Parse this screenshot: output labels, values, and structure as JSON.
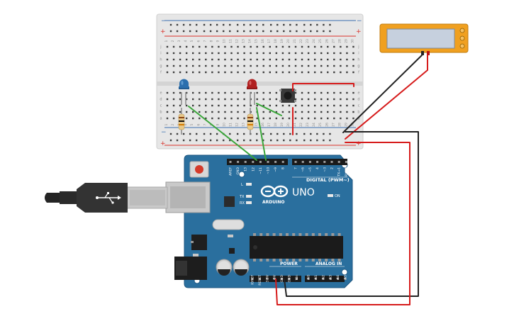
{
  "colors": {
    "background": "#ffffff",
    "breadboard": "#e6e6e6",
    "breadboard_hole": "#3c3c3c",
    "rail_red": "#d9322b",
    "rail_blue": "#3a6fb0",
    "arduino_board": "#2a6f9e",
    "arduino_dark": "#1d5680",
    "header": "#1a1a1a",
    "led_blue": "#2b6fae",
    "led_red": "#b02020",
    "resistor_body": "#e8c98a",
    "wire_green": "#3aa63a",
    "wire_red": "#d61b1b",
    "wire_black": "#222222",
    "lcd_frame": "#f0a020",
    "lcd_screen": "#c6d0de",
    "usb_cable": "#333333",
    "usb_plug": "#c9c9c9"
  },
  "breadboard": {
    "columns_top": [
      "1",
      "2",
      "3",
      "4",
      "5",
      "6",
      "7",
      "8",
      "9",
      "10",
      "11",
      "12",
      "13",
      "14",
      "15",
      "16",
      "17",
      "18",
      "19",
      "20",
      "21",
      "22",
      "23",
      "24",
      "25",
      "26",
      "27",
      "28",
      "29",
      "30"
    ],
    "rows_upper": [
      "j",
      "i",
      "h",
      "g",
      "f"
    ],
    "rows_lower": [
      "e",
      "d",
      "c",
      "b",
      "a"
    ],
    "rail_plus": "+",
    "rail_minus": "−"
  },
  "arduino": {
    "logo_text": "UNO",
    "brand_text": "ARDUINO",
    "digital_label": "DIGITAL (PWM~)",
    "analog_label": "ANALOG IN",
    "power_label": "POWER",
    "on_label": "ON",
    "tx_label": "TX",
    "rx_label": "RX",
    "l_label": "L",
    "digital_pins_left": [
      "AREF",
      "GND",
      "13",
      "12",
      "~11",
      "~10",
      "~9",
      "8"
    ],
    "digital_pins_right": [
      "7",
      "~6",
      "~5",
      "4",
      "~3",
      "2",
      "TX→1",
      "RX←0"
    ],
    "power_pins": [
      "IOREF",
      "RESET",
      "3.3V",
      "5V",
      "GND",
      "GND",
      "Vin"
    ],
    "analog_pins": [
      "A0",
      "A1",
      "A2",
      "A3",
      "A4",
      "A5"
    ]
  },
  "components": {
    "led_blue": "blue LED",
    "led_red": "red LED",
    "pushbutton": "pushbutton",
    "lcd": "I2C LCD"
  }
}
